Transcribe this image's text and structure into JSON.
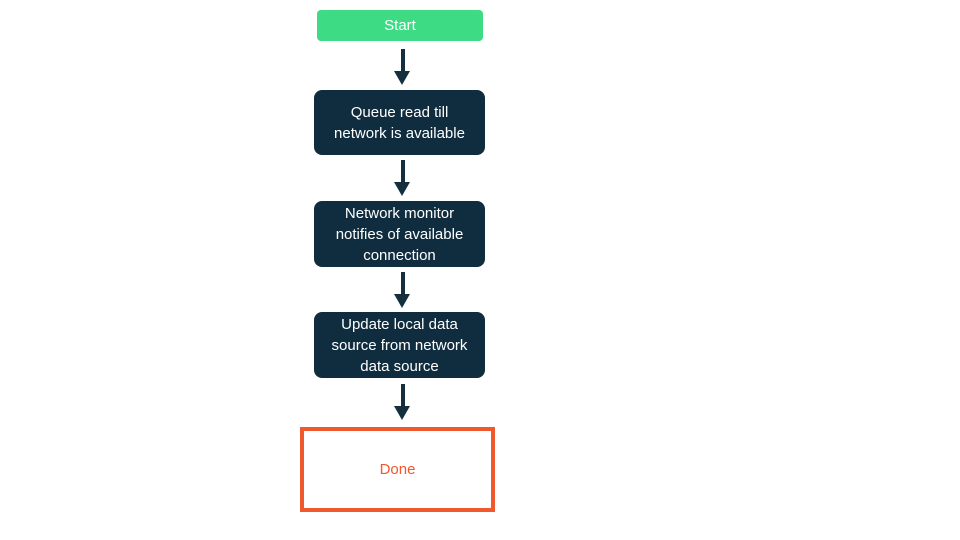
{
  "diagram": {
    "type": "flowchart",
    "nodes": [
      {
        "id": "start",
        "type": "start",
        "label": "Start"
      },
      {
        "id": "queue-read",
        "type": "process",
        "label": "Queue read till network is available"
      },
      {
        "id": "network-monitor",
        "type": "process",
        "label": "Network monitor notifies of available connection"
      },
      {
        "id": "update-local",
        "type": "process",
        "label": "Update local data source from network data source"
      },
      {
        "id": "done",
        "type": "end",
        "label": "Done"
      }
    ],
    "edges": [
      {
        "from": "start",
        "to": "queue-read"
      },
      {
        "from": "queue-read",
        "to": "network-monitor"
      },
      {
        "from": "network-monitor",
        "to": "update-local"
      },
      {
        "from": "update-local",
        "to": "done"
      }
    ],
    "colors": {
      "start_fill": "#3ddc84",
      "start_text": "#ffffff",
      "process_fill": "#0f2d3e",
      "process_text": "#ffffff",
      "done_fill": "#ffffff",
      "done_border": "#f0582e",
      "done_text": "#f0582e",
      "arrow": "#14303f",
      "background": "#ffffff"
    }
  }
}
